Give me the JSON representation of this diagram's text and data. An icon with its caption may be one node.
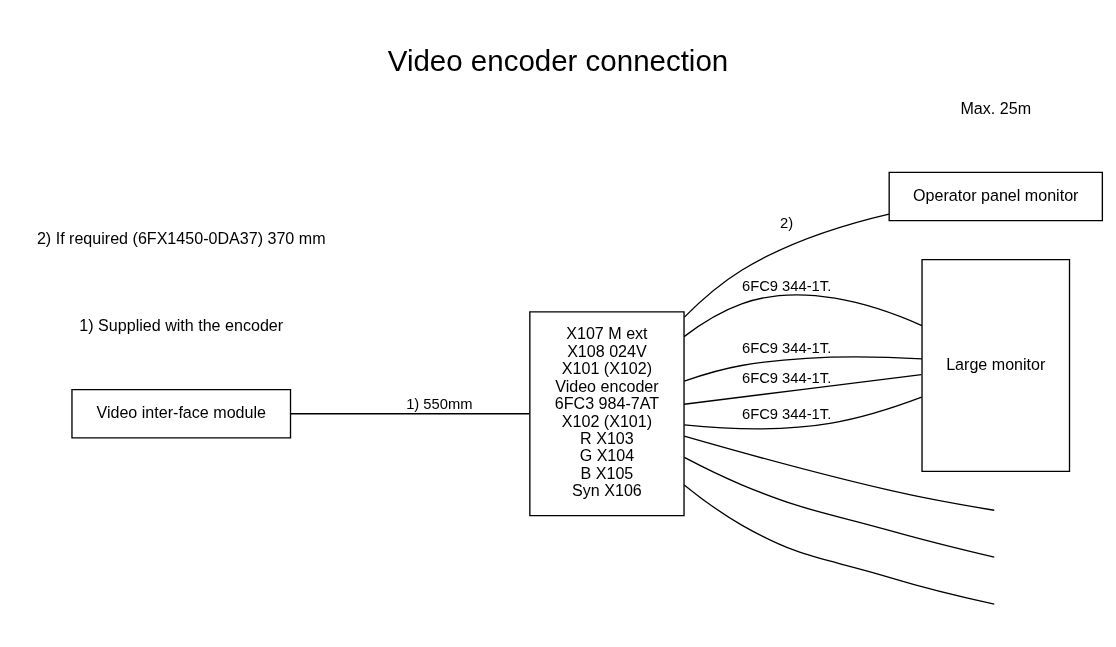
{
  "diagram": {
    "title": "Video encoder connection",
    "nodes": [
      {
        "text": [
          "Video inter-face module"
        ]
      },
      {
        "text": [
          "X107 M ext",
          "X108 024V",
          "X101 (X102)",
          "Video encoder",
          "6FC3 984-7AT",
          "X102 (X101)",
          "R X103",
          "G X104",
          "B X105",
          "Syn X106"
        ]
      },
      {
        "text": [
          "Operator panel monitor"
        ]
      },
      {
        "text": [
          "Large monitor"
        ]
      }
    ],
    "edges": [
      {
        "from": 0,
        "to": 1,
        "arrow": "none",
        "label": "1) 550mm"
      },
      {
        "from": 1,
        "to": 2,
        "arrow": "none",
        "label": "2)"
      },
      {
        "from": 1,
        "to": 3,
        "arrow": "none",
        "label": "6FC9 344-1T."
      },
      {
        "from": 1,
        "to": 3,
        "arrow": "none",
        "label": "6FC9 344-1T."
      },
      {
        "from": 1,
        "to": 3,
        "arrow": "none",
        "label": "6FC9 344-1T."
      },
      {
        "from": 1,
        "to": 3,
        "arrow": "none",
        "label": "6FC9 344-1T."
      },
      {
        "from": 1,
        "to": null,
        "arrow": "none"
      },
      {
        "from": 1,
        "to": null,
        "arrow": "none"
      },
      {
        "from": 1,
        "to": null,
        "arrow": "none"
      }
    ],
    "labels": [
      "Max. 25m",
      "1) Supplied with the encoder",
      "2) If required (6FX1450-0DA37) 370 mm"
    ]
  }
}
